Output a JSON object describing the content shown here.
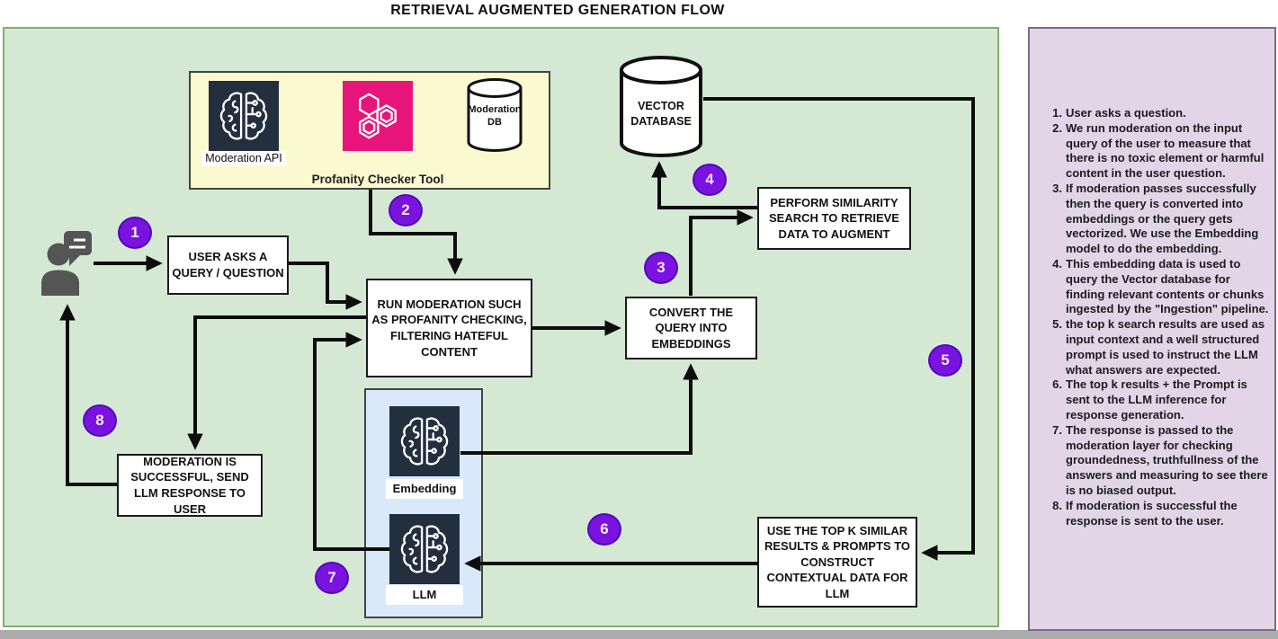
{
  "title": "RETRIEVAL AUGMENTED GENERATION FLOW",
  "colors": {
    "flow_bg": "#D5E8D4",
    "flow_border": "#7FAF6C",
    "sidebar_bg": "#E1D5E7",
    "sidebar_border": "#7C6A8D",
    "toolbox_bg": "#FBF9CF",
    "modelbox_bg": "#DAE8FC",
    "icon_dark": "#232F3E",
    "icon_pink": "#E7157B",
    "badge_purple": "#7A12E0",
    "arrow": "#0D0D0D"
  },
  "toolbox": {
    "moderation_api": "Moderation API",
    "profanity_tool": "Profanity Checker Tool",
    "moderation_db": "Moderation DB"
  },
  "vector_db": "VECTOR DATABASE",
  "boxes": {
    "user_asks": "USER ASKS A QUERY / QUESTION",
    "run_moderation": "RUN MODERATION SUCH AS PROFANITY CHECKING, FILTERING HATEFUL CONTENT",
    "convert_query": "CONVERT THE QUERY INTO EMBEDDINGS",
    "perform_similarity": "PERFORM SIMILARITY SEARCH TO RETRIEVE DATA TO AUGMENT",
    "moderation_successful": "MODERATION IS SUCCESSFUL, SEND LLM RESPONSE TO USER",
    "use_top_k": "USE THE TOP K SIMILAR RESULTS & PROMPTS TO CONSTRUCT CONTEXTUAL DATA FOR LLM"
  },
  "models": {
    "embedding": "Embedding",
    "llm": "LLM"
  },
  "steps": [
    "1",
    "2",
    "3",
    "4",
    "5",
    "6",
    "7",
    "8"
  ],
  "sidebar": {
    "items": [
      {
        "num": "1.",
        "text": "User asks a question."
      },
      {
        "num": "2.",
        "text": "We run moderation on the input query of the user to measure that there is no toxic element or harmful content in the user question."
      },
      {
        "num": "3.",
        "text": "If moderation passes successfully then the query is converted into embeddings or the query gets vectorized. We use the Embedding model to do the embedding."
      },
      {
        "num": "4.",
        "text": "This embedding data is used to query the Vector database for finding relevant contents or chunks ingested by the \"Ingestion\" pipeline."
      },
      {
        "num": "5.",
        "text": "the top k search results are used as input context and a well structured prompt is used to instruct the LLM what answers are expected."
      },
      {
        "num": "6.",
        "text": "The top k results + the Prompt is sent to the LLM inference for response generation."
      },
      {
        "num": "7.",
        "text": "The response is passed to the moderation layer for checking groundedness, truthfullness of the answers and measuring to see there is no biased output."
      },
      {
        "num": "8.",
        "text": "If moderation is successful the response is sent to the user."
      }
    ]
  }
}
